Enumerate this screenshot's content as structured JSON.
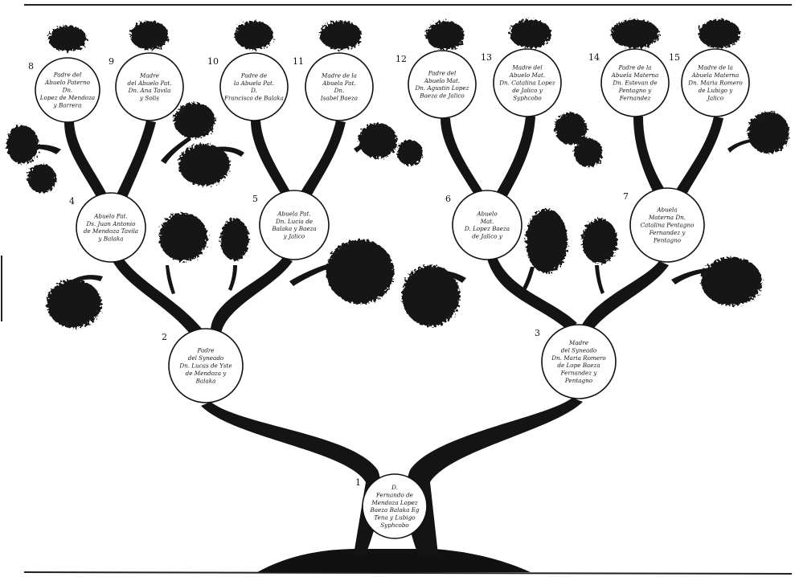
{
  "nodes": [
    {
      "num": "1",
      "lines": [
        "D.",
        "Fernando de",
        "Mendoza Lopez",
        "Baeza Balaka Eg",
        "Tena y Lubigo",
        "Syphcobo"
      ]
    },
    {
      "num": "2",
      "lines": [
        "Padre",
        "del Syneado",
        "Dn. Lucas de Yste",
        "de Mendoza y",
        "Balaka"
      ]
    },
    {
      "num": "3",
      "lines": [
        "Madre",
        "del Syneado",
        "Dn. Maria Romero",
        "de Lope Baeza",
        "Fernandez y",
        "Pentagno"
      ]
    },
    {
      "num": "4",
      "lines": [
        "Abuelo Pat.",
        "Ds. Juan Antonio",
        "de Mendoza Tavila",
        "y Balaka"
      ]
    },
    {
      "num": "5",
      "lines": [
        "Abuela Pat.",
        "Dn. Lucia de",
        "Balaka y Baeza",
        "y Jalico"
      ]
    },
    {
      "num": "6",
      "lines": [
        "Abuelo",
        "Mat.",
        "D. Lopez Baeza",
        "de Jalico y"
      ]
    },
    {
      "num": "7",
      "lines": [
        "Abuela",
        "Materna Dn.",
        "Catalina Pentagno",
        "Fernandez y",
        "Pentagno"
      ]
    },
    {
      "num": "8",
      "lines": [
        "Padre del",
        "Abuelo Paterno",
        "Dn.",
        "Lopez de Mendoza",
        "y Barrera"
      ]
    },
    {
      "num": "9",
      "lines": [
        "Madre",
        "del Abuelo Pat.",
        "Dn. Ana Tavila",
        "y Solis"
      ]
    },
    {
      "num": "10",
      "lines": [
        "Padre de",
        "la Abuela Pat.",
        "D.",
        "Francisco de Balaka"
      ]
    },
    {
      "num": "11",
      "lines": [
        "Madre de la",
        "Abuela Pat.",
        "Dn.",
        "Isabel Baeza"
      ]
    },
    {
      "num": "12",
      "lines": [
        "Padre del",
        "Abuelo Mat.",
        "Dn. Agustin Lopez",
        "Baeza de Jalico"
      ]
    },
    {
      "num": "13",
      "lines": [
        "Madre del",
        "Abuelo Mat.",
        "Dn. Catalina Lopez",
        "de Jalico y",
        "Syphcobo"
      ]
    },
    {
      "num": "14",
      "lines": [
        "Padre de la",
        "Abuela Materna",
        "Dn. Estevan de",
        "Pentagno y",
        "Fernandez"
      ]
    },
    {
      "num": "15",
      "lines": [
        "Madre de la",
        "Abuela Materna",
        "Dn. Maria Romero",
        "de Lubigo y",
        "Jalico"
      ]
    }
  ]
}
